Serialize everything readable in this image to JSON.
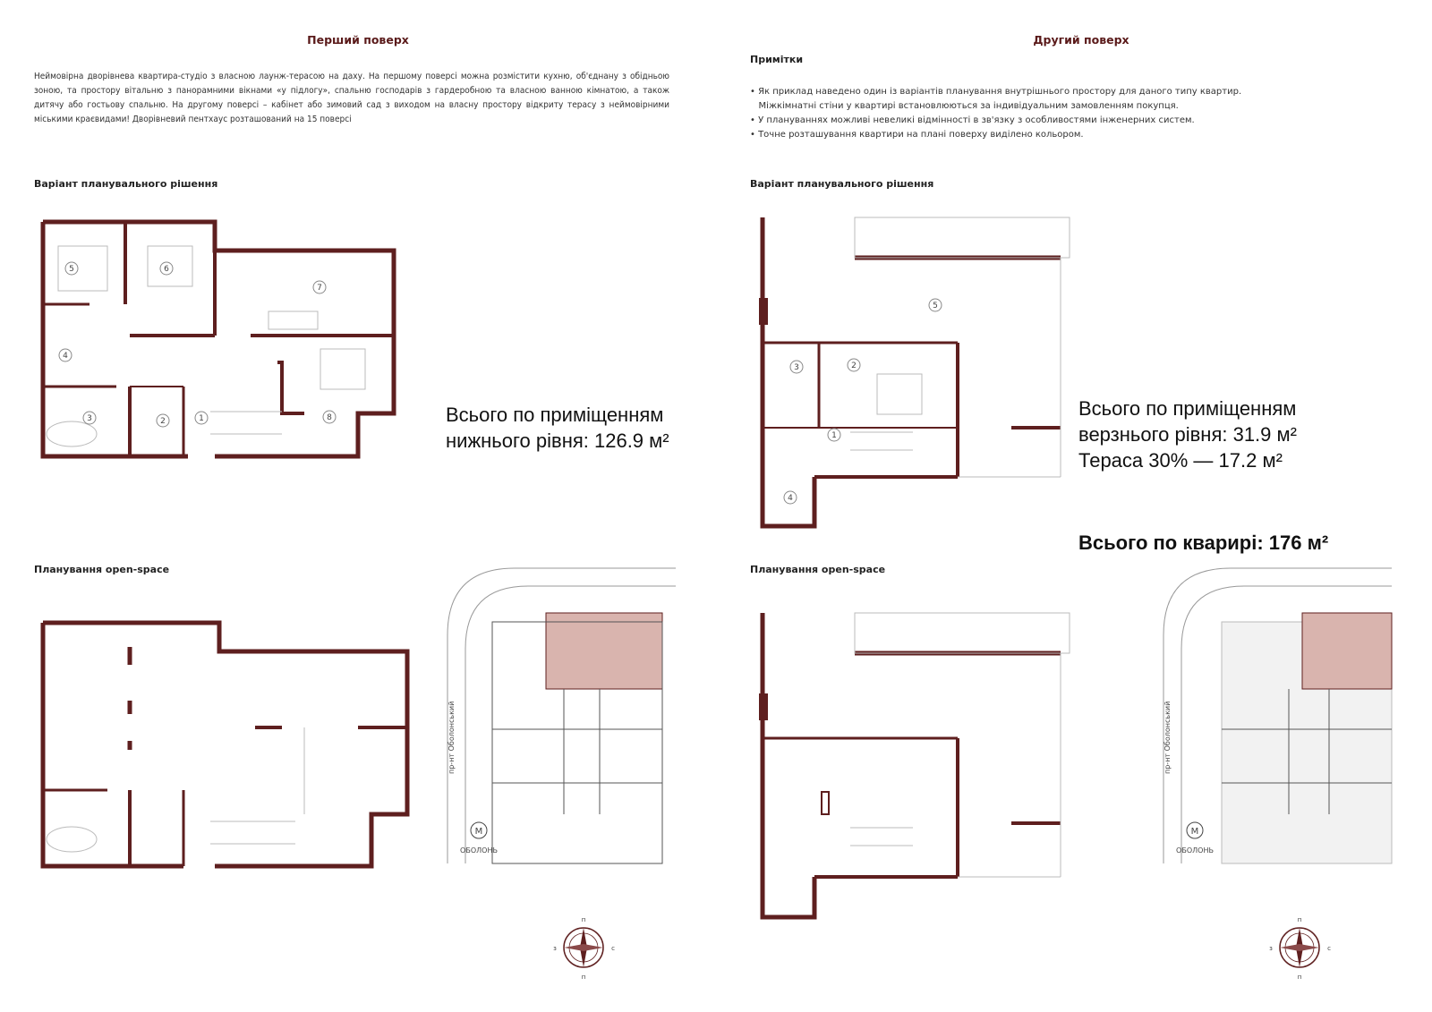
{
  "left": {
    "title": "Перший поверх",
    "description": "Неймовірна дворівнева квартира-студіо з власною лаунж-терасою на даху. На першому поверсі можна розмістити кухню, об'єднану з обідньою зоною, та простору вітальню з панорамними вікнами «у підлогу», спальню господарів з гардеробною та власною ванною кімнатою, а також дитячу або гостьову спальню. На другому поверсі – кабінет або зимовий сад з виходом на власну простору відкриту терасу з неймовірними міськими краєвидами! Дворівневий пентхаус розташований на 15 поверсі",
    "variant_heading": "Варіант планувального рішення",
    "openspace_heading": "Планування open-space",
    "area_line1": "Всього по приміщенням",
    "area_line2": "нижнього рівня: 126.9 м²",
    "street_label": "пр-нт Оболонський",
    "metro_label": "ОБОЛОНЬ",
    "metro_letter": "M",
    "room_numbers": [
      "1",
      "2",
      "3",
      "4",
      "5",
      "6",
      "7",
      "8"
    ]
  },
  "right": {
    "title": "Другий поверх",
    "notes_heading": "Примітки",
    "notes": [
      "• Як приклад наведено один із варіантів планування внутрішнього простору для даного типу квартир.",
      "   Міжкімнатні стіни у квартирі встановлюються за індивідуальним замовленням покупця.",
      "• У плануваннях можливі невеликі відмінності в зв'язку з особливостями інженерних систем.",
      "• Точне розташування квартири на плані поверху виділено кольором."
    ],
    "variant_heading": "Варіант планувального рішення",
    "openspace_heading": "Планування open-space",
    "area_line1": "Всього по приміщенням",
    "area_line2": "верзнього рівня: 31.9 м²",
    "area_line3": "Тераса 30% — 17.2 м²",
    "total": "Всього по кварирі: 176 м²",
    "street_label": "пр-нт Оболонський",
    "metro_label": "ОБОЛОНЬ",
    "metro_letter": "M",
    "room_numbers": [
      "1",
      "2",
      "3",
      "4",
      "5"
    ]
  },
  "compass": {
    "n": "п",
    "s": "п",
    "w": "з",
    "e": "с"
  },
  "colors": {
    "wall": "#5e1f1f",
    "accent": "#5a1a1a",
    "highlight": "#d9b4ae"
  }
}
